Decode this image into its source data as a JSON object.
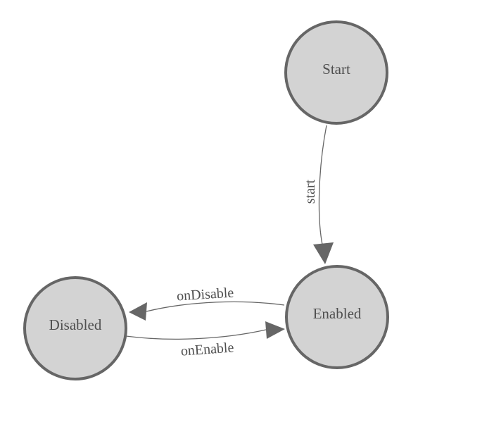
{
  "diagram": {
    "type": "state-machine",
    "background_color": "#ffffff",
    "colors": {
      "node_fill": "#d3d3d3",
      "node_stroke": "#666666",
      "edge_stroke": "#666666",
      "arrow_fill": "#666666",
      "label_color": "#4f4f4f"
    },
    "nodes": [
      {
        "id": "start",
        "label": "Start"
      },
      {
        "id": "enabled",
        "label": "Enabled"
      },
      {
        "id": "disabled",
        "label": "Disabled"
      }
    ],
    "edges": [
      {
        "from": "start",
        "to": "enabled",
        "label": "start"
      },
      {
        "from": "enabled",
        "to": "disabled",
        "label": "onDisable"
      },
      {
        "from": "disabled",
        "to": "enabled",
        "label": "onEnable"
      }
    ]
  }
}
